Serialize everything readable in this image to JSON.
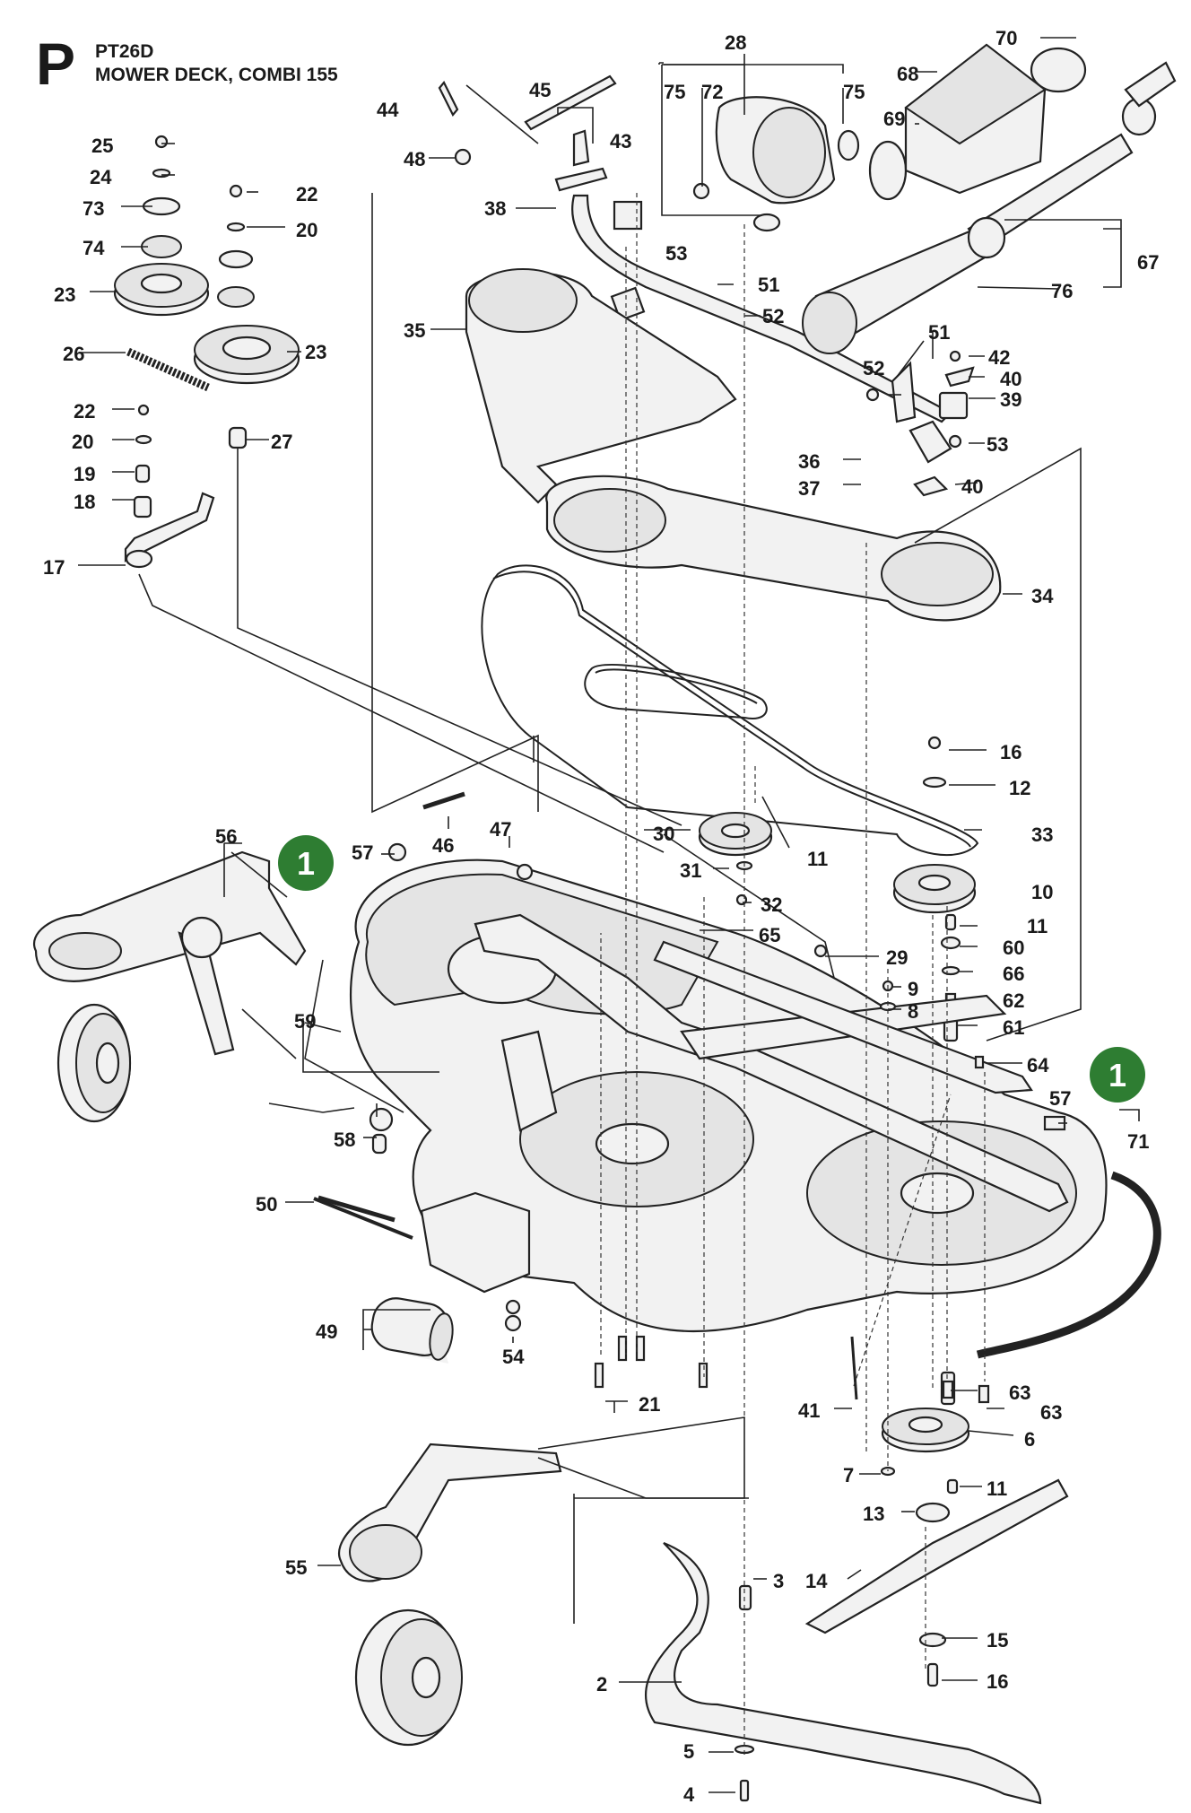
{
  "header": {
    "section_letter": "P",
    "model": "PT26D",
    "title": "MOWER DECK, COMBI 155"
  },
  "callout_badge": {
    "label": "1",
    "color": "#2e7d32"
  },
  "parts": [
    {
      "id": "p70",
      "label": "70"
    },
    {
      "id": "p28",
      "label": "28"
    },
    {
      "id": "p75a",
      "label": "75"
    },
    {
      "id": "p72",
      "label": "72"
    },
    {
      "id": "p75b",
      "label": "75"
    },
    {
      "id": "p68",
      "label": "68"
    },
    {
      "id": "p69",
      "label": "69"
    },
    {
      "id": "p45",
      "label": "45"
    },
    {
      "id": "p44",
      "label": "44"
    },
    {
      "id": "p43",
      "label": "43"
    },
    {
      "id": "p48",
      "label": "48"
    },
    {
      "id": "p38",
      "label": "38"
    },
    {
      "id": "p25",
      "label": "25"
    },
    {
      "id": "p24",
      "label": "24"
    },
    {
      "id": "p73",
      "label": "73"
    },
    {
      "id": "p74",
      "label": "74"
    },
    {
      "id": "p23a",
      "label": "23"
    },
    {
      "id": "p22a",
      "label": "22"
    },
    {
      "id": "p20a",
      "label": "20"
    },
    {
      "id": "p23b",
      "label": "23"
    },
    {
      "id": "p26",
      "label": "26"
    },
    {
      "id": "p22b",
      "label": "22"
    },
    {
      "id": "p20b",
      "label": "20"
    },
    {
      "id": "p27",
      "label": "27"
    },
    {
      "id": "p19",
      "label": "19"
    },
    {
      "id": "p18",
      "label": "18"
    },
    {
      "id": "p17",
      "label": "17"
    },
    {
      "id": "p53a",
      "label": "53"
    },
    {
      "id": "p51a",
      "label": "51"
    },
    {
      "id": "p52a",
      "label": "52"
    },
    {
      "id": "p67",
      "label": "67"
    },
    {
      "id": "p76",
      "label": "76"
    },
    {
      "id": "p35",
      "label": "35"
    },
    {
      "id": "p51b",
      "label": "51"
    },
    {
      "id": "p42",
      "label": "42"
    },
    {
      "id": "p52b",
      "label": "52"
    },
    {
      "id": "p40a",
      "label": "40"
    },
    {
      "id": "p39",
      "label": "39"
    },
    {
      "id": "p53b",
      "label": "53"
    },
    {
      "id": "p36",
      "label": "36"
    },
    {
      "id": "p37",
      "label": "37"
    },
    {
      "id": "p40b",
      "label": "40"
    },
    {
      "id": "p34",
      "label": "34"
    },
    {
      "id": "p16a",
      "label": "16"
    },
    {
      "id": "p12",
      "label": "12"
    },
    {
      "id": "p56",
      "label": "56"
    },
    {
      "id": "p57a",
      "label": "57"
    },
    {
      "id": "p46",
      "label": "46"
    },
    {
      "id": "p47",
      "label": "47"
    },
    {
      "id": "p30",
      "label": "30"
    },
    {
      "id": "p11a",
      "label": "11"
    },
    {
      "id": "p33",
      "label": "33"
    },
    {
      "id": "p31",
      "label": "31"
    },
    {
      "id": "p32",
      "label": "32"
    },
    {
      "id": "p10",
      "label": "10"
    },
    {
      "id": "p11b",
      "label": "11"
    },
    {
      "id": "p65",
      "label": "65"
    },
    {
      "id": "p60",
      "label": "60"
    },
    {
      "id": "p29",
      "label": "29"
    },
    {
      "id": "p66",
      "label": "66"
    },
    {
      "id": "p9",
      "label": "9"
    },
    {
      "id": "p62",
      "label": "62"
    },
    {
      "id": "p59",
      "label": "59"
    },
    {
      "id": "p8",
      "label": "8"
    },
    {
      "id": "p61",
      "label": "61"
    },
    {
      "id": "p64",
      "label": "64"
    },
    {
      "id": "p57b",
      "label": "57"
    },
    {
      "id": "p71",
      "label": "71"
    },
    {
      "id": "p58",
      "label": "58"
    },
    {
      "id": "p50",
      "label": "50"
    },
    {
      "id": "p49",
      "label": "49"
    },
    {
      "id": "p54",
      "label": "54"
    },
    {
      "id": "p21",
      "label": "21"
    },
    {
      "id": "p41",
      "label": "41"
    },
    {
      "id": "p63a",
      "label": "63"
    },
    {
      "id": "p63b",
      "label": "63"
    },
    {
      "id": "p6",
      "label": "6"
    },
    {
      "id": "p7",
      "label": "7"
    },
    {
      "id": "p11c",
      "label": "11"
    },
    {
      "id": "p13",
      "label": "13"
    },
    {
      "id": "p55",
      "label": "55"
    },
    {
      "id": "p3",
      "label": "3"
    },
    {
      "id": "p14",
      "label": "14"
    },
    {
      "id": "p15",
      "label": "15"
    },
    {
      "id": "p16b",
      "label": "16"
    },
    {
      "id": "p2",
      "label": "2"
    },
    {
      "id": "p5",
      "label": "5"
    },
    {
      "id": "p4",
      "label": "4"
    }
  ]
}
